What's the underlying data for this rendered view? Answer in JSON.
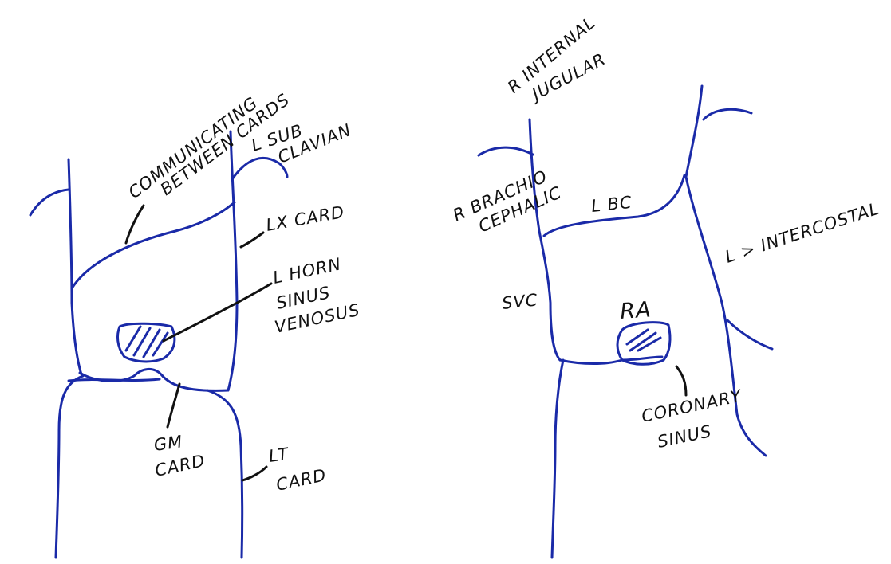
{
  "colors": {
    "vessel_ink": "#1a2aa8",
    "label_ink": "#111111",
    "background": "#ffffff"
  },
  "left_diagram": {
    "labels": {
      "communicating_line1": "COMMUNICATING",
      "communicating_line2": "BETWEEN CARDS",
      "l_sub_line1": "L SUB",
      "l_sub_line2": "CLAVIAN",
      "lx_card": "LX CARD",
      "lhorn_line1": "L HORN",
      "lhorn_line2": "SINUS",
      "lhorn_line3": "VENOSUS",
      "gm_line1": "GM",
      "gm_line2": "CARD",
      "lt_line1": "LT",
      "lt_line2": "CARD"
    }
  },
  "right_diagram": {
    "labels": {
      "r_internal_line1": "R INTERNAL",
      "r_internal_line2": "JUGULAR",
      "r_brachio_line1": "R BRACHIO",
      "r_brachio_line2": "CEPHALIC",
      "lbc": "L BC",
      "l_intercostal": "L > INTERCOSTAL",
      "svc": "SVC",
      "ra": "RA",
      "coronary_line1": "CORONARY",
      "coronary_line2": "SINUS"
    }
  }
}
